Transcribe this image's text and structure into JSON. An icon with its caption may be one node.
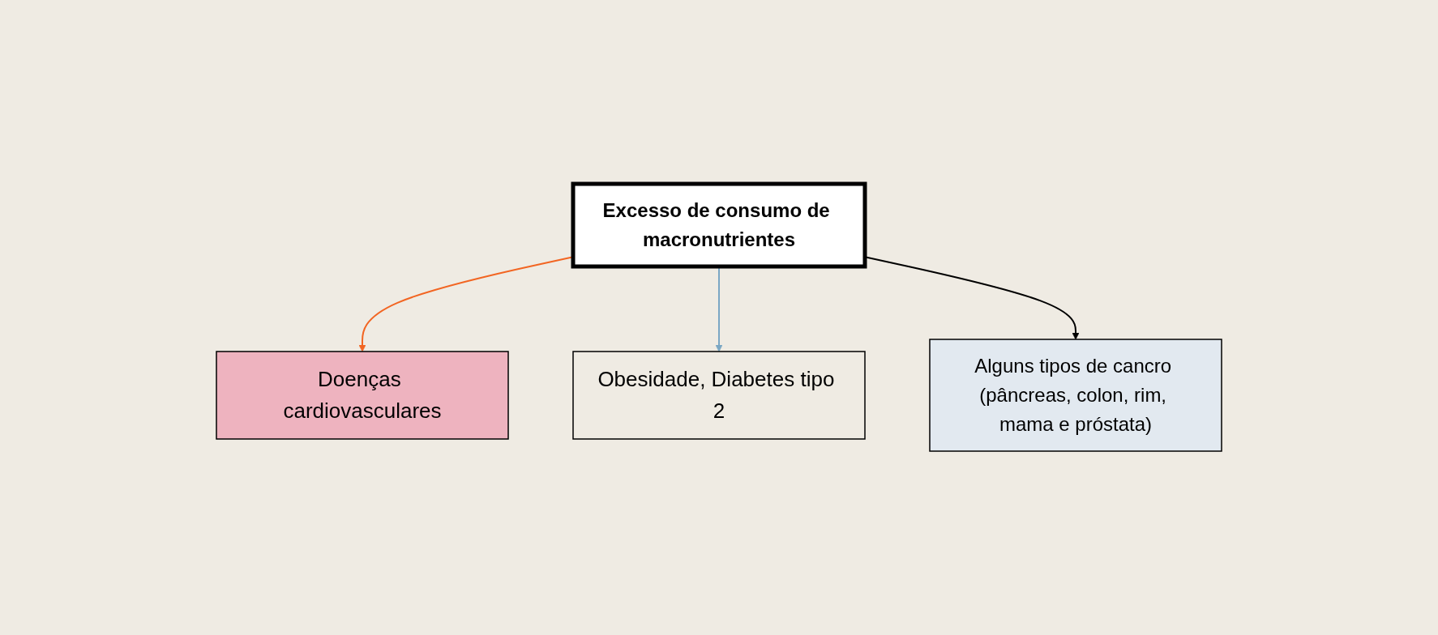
{
  "diagram": {
    "nodes": [
      {
        "text": [
          "Doenças cardiovasculares"
        ]
      },
      {
        "text": [
          "Obesidade, Diabetes tipo 2"
        ]
      },
      {
        "text": [
          "Excesso de consumo de macronutrientes"
        ]
      },
      {
        "text": [
          "Alguns tipos de cancro (pâncreas, colon, rim, mama e próstata)"
        ]
      }
    ],
    "edges": [
      {
        "from": 2,
        "to": 0,
        "arrow": "to",
        "color": "#f26522"
      },
      {
        "from": 2,
        "to": 1,
        "arrow": "to",
        "color": "#7ba7c4"
      },
      {
        "from": 2,
        "to": 3,
        "arrow": "to",
        "color": "#000000"
      }
    ]
  }
}
